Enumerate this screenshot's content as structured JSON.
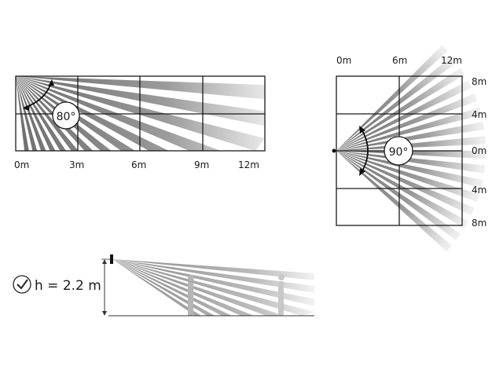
{
  "top_view": {
    "angle_label": "80°",
    "x_labels": [
      "0m",
      "3m",
      "6m",
      "9m",
      "12m"
    ]
  },
  "side_view": {
    "angle_label": "90°",
    "x_labels": [
      "0m",
      "6m",
      "12m"
    ],
    "y_labels": [
      "8m",
      "4m",
      "0m",
      "4m",
      "8m"
    ]
  },
  "height_view": {
    "height_label": "h = 2.2 m",
    "check_icon": "check-circle-icon"
  },
  "colors": {
    "beam": "#8a8a8a",
    "line": "#1a1a1a"
  }
}
